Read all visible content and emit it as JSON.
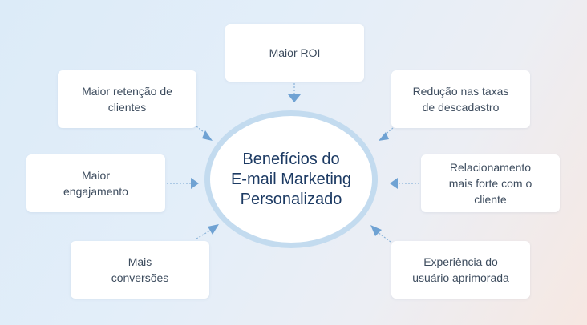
{
  "center": {
    "title": "Benefícios do\nE-mail Marketing\nPersonalizado"
  },
  "benefits": {
    "roi": "Maior ROI",
    "retention": "Maior retenção de\nclientes",
    "unsubscribe": "Redução nas taxas\nde descadastro",
    "engagement": "Maior\nengajamento",
    "relationship": "Relacionamento\nmais forte com o\ncliente",
    "conversions": "Mais\nconversões",
    "experience": "Experiência do\nusuário aprimorada"
  },
  "colors": {
    "arrow": "#6fa2d3",
    "ellipse_border": "#c3dbef",
    "title_text": "#1c3a63",
    "box_text": "#3d4c5e"
  }
}
